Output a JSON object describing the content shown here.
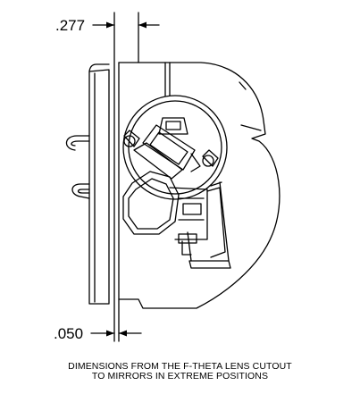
{
  "dimensions": {
    "top_value": ".277",
    "bottom_value": ".050"
  },
  "caption": {
    "line1": "DIMENSIONS FROM THE F-THETA LENS CUTOUT",
    "line2": "TO MIRRORS IN EXTREME POSITIONS"
  },
  "colors": {
    "line": "#000000",
    "background": "#ffffff"
  }
}
